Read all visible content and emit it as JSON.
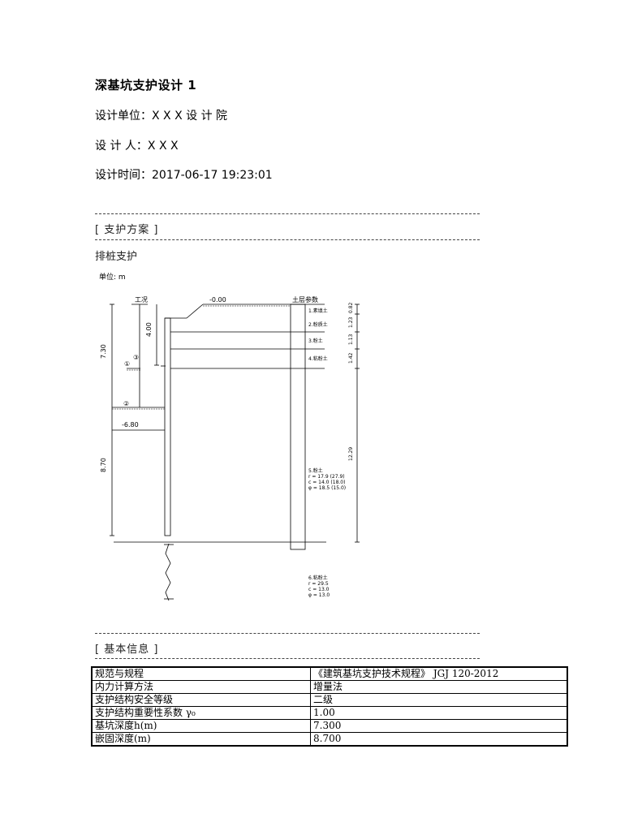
{
  "document": {
    "title": "深基坑支护设计 1",
    "design_unit_label": "设计单位：",
    "design_unit_value": "X X X 设 计 院",
    "designer_label": "设 计 人：",
    "designer_value": "X X X",
    "design_time_label": "设计时间：",
    "design_time_value": "2017-06-17 19:23:01"
  },
  "sections": [
    {
      "heading": "[ 支护方案 ]",
      "content": "排桩支护"
    },
    {
      "heading": "[ 基本信息 ]"
    }
  ],
  "diagram": {
    "unit_label": "单位: m",
    "working_condition_label": "工况",
    "ground_level": "-0.00",
    "water_level": "-6.80",
    "soil_params_header": "土层参数",
    "dims_left": {
      "excavation_depth": "7.30",
      "embed_depth": "8.70",
      "anchor_depth": "4.00"
    },
    "condition_markers": [
      "①",
      "②",
      "③"
    ],
    "layers": [
      {
        "name": "1.素填土",
        "thickness": "0.82"
      },
      {
        "name": "2.粉质土",
        "thickness": "1.23"
      },
      {
        "name": "3.粉土",
        "thickness": "1.13"
      },
      {
        "name": "4.粘粉土",
        "thickness": "1.42"
      },
      {
        "name": "5.粉土",
        "thickness": "12.29",
        "gamma": "r = 17.9 (27.9)",
        "c": "c = 14.0 (18.0)",
        "phi": "φ = 18.5 (15.0)"
      },
      {
        "name": "6.粘粉土",
        "gamma": "r = 29.5",
        "c": "c = 13.0",
        "phi": "φ = 13.0"
      }
    ]
  },
  "basic_info": {
    "rows": [
      {
        "key": "规范与规程",
        "value": "《建筑基坑支护技术规程》 JGJ 120-2012"
      },
      {
        "key": "内力计算方法",
        "value": "增量法"
      },
      {
        "key": "支护结构安全等级",
        "value": "二级"
      },
      {
        "key": "支护结构重要性系数 γ₀",
        "value": "1.00"
      },
      {
        "key": "基坑深度h(m)",
        "value": "7.300"
      },
      {
        "key": "嵌固深度(m)",
        "value": "8.700"
      }
    ]
  }
}
